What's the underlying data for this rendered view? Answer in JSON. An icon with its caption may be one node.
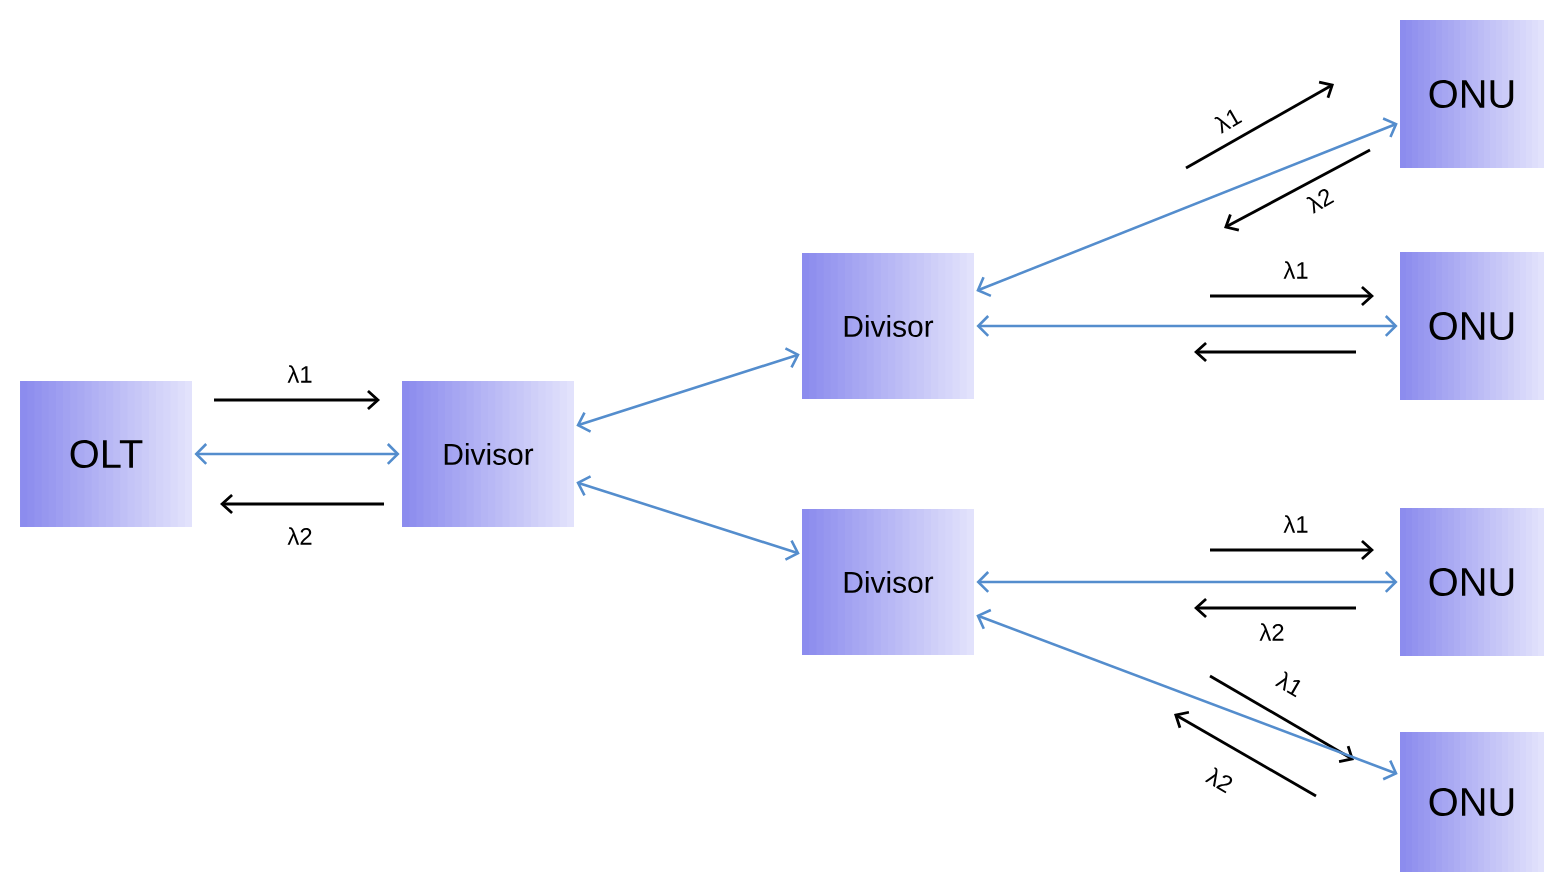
{
  "diagram": {
    "nodes": [
      {
        "text": [
          "OLT"
        ]
      },
      {
        "text": [
          "Divisor"
        ]
      },
      {
        "text": [
          "Divisor"
        ]
      },
      {
        "text": [
          "Divisor"
        ]
      },
      {
        "text": [
          "ONU"
        ]
      },
      {
        "text": [
          "ONU"
        ]
      },
      {
        "text": [
          "ONU"
        ]
      },
      {
        "text": [
          "ONU"
        ]
      }
    ],
    "edges": [
      {
        "from": 0,
        "to": 1,
        "arrow": "both"
      },
      {
        "from": 1,
        "to": 2,
        "arrow": "both"
      },
      {
        "from": 1,
        "to": 3,
        "arrow": "both"
      },
      {
        "from": 2,
        "to": 4,
        "arrow": "both"
      },
      {
        "from": 2,
        "to": 5,
        "arrow": "both"
      },
      {
        "from": 3,
        "to": 6,
        "arrow": "both"
      },
      {
        "from": 3,
        "to": 7,
        "arrow": "both"
      }
    ],
    "labels": [
      "λ1",
      "λ2",
      "λ1",
      "λ2",
      "λ1",
      "λ1",
      "λ2",
      "λ1",
      "λ2"
    ]
  }
}
